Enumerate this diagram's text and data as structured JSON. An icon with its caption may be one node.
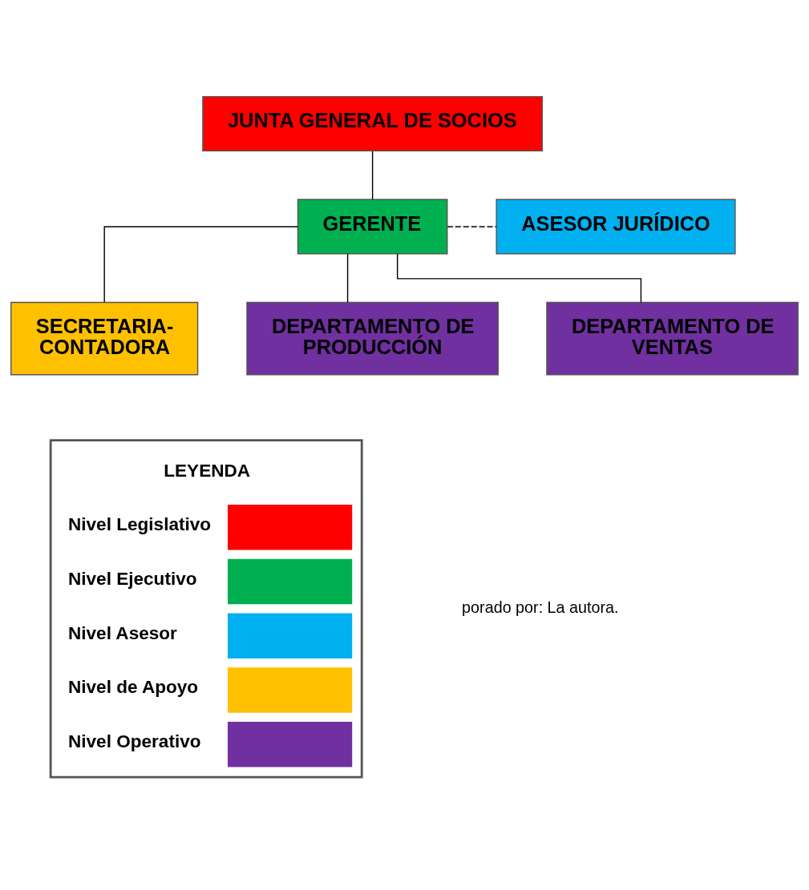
{
  "diagram": {
    "nodes": [
      {
        "text": [
          "JUNTA GENERAL DE SOCIOS"
        ]
      },
      {
        "text": [
          "GERENTE"
        ]
      },
      {
        "text": [
          "ASESOR JURÍDICO"
        ]
      },
      {
        "text": [
          "SECRETARIA- CONTADORA"
        ]
      },
      {
        "text": [
          "DEPARTAMENTO DE PRODUCCIÓN"
        ]
      },
      {
        "text": [
          "DEPARTAMENTO DE VENTAS"
        ]
      }
    ],
    "edges": [
      {
        "from": 0,
        "to": 1,
        "arrow": "none"
      },
      {
        "from": 1,
        "to": 2,
        "arrow": "none",
        "style": "dashed"
      },
      {
        "from": 1,
        "to": 3,
        "arrow": "none"
      },
      {
        "from": 1,
        "to": 4,
        "arrow": "none"
      },
      {
        "from": 1,
        "to": 5,
        "arrow": "none"
      }
    ],
    "labels": [
      "LEYENDA",
      "porado por: La autora."
    ],
    "legend": [
      {
        "text": "Nivel Legislativo",
        "color": "#ff0000"
      },
      {
        "text": "Nivel Ejecutivo",
        "color": "#00b050"
      },
      {
        "text": "Nivel Asesor",
        "color": "#00b0f0"
      },
      {
        "text": "Nivel de Apoyo",
        "color": "#ffc000"
      },
      {
        "text": "Nivel Operativo",
        "color": "#7030a0"
      }
    ]
  }
}
